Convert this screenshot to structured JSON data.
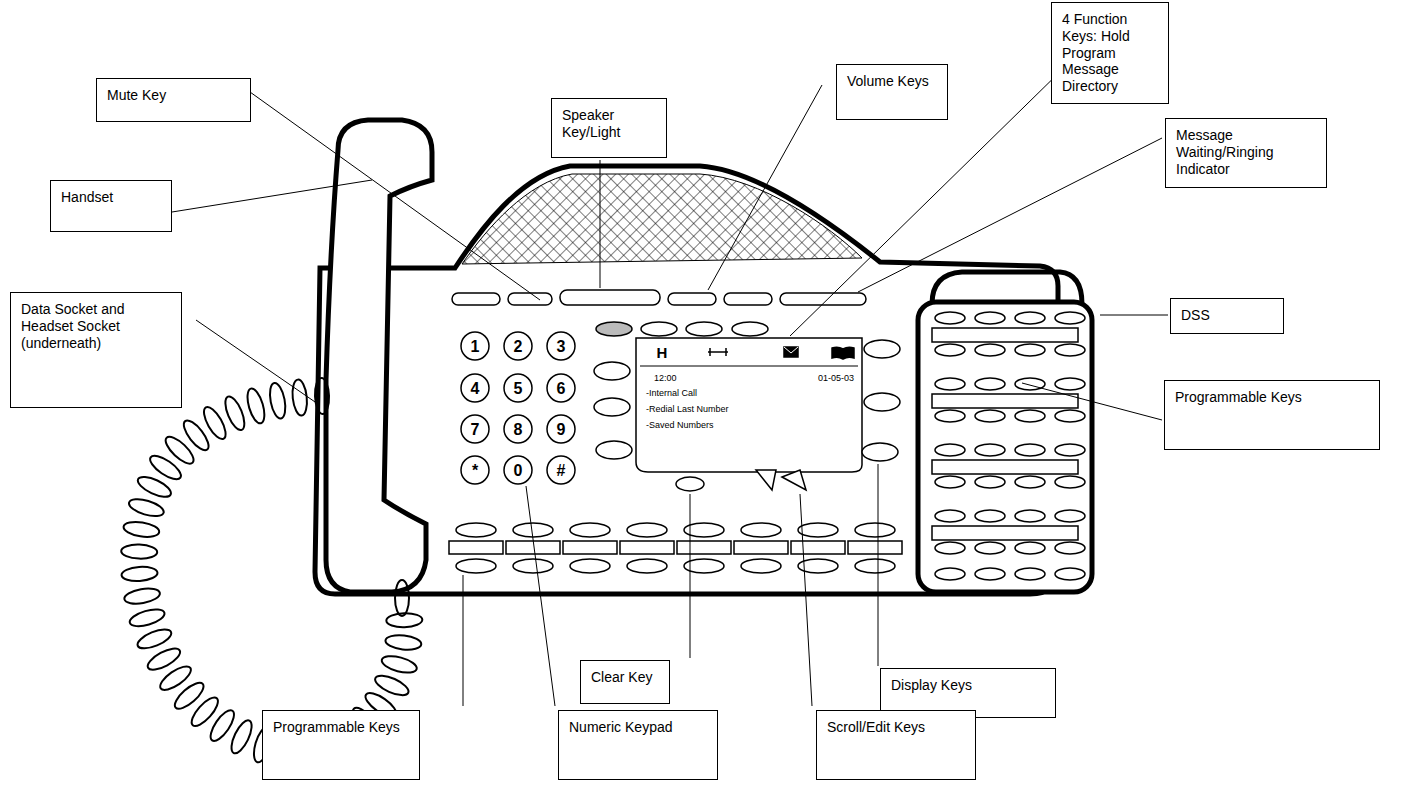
{
  "diagram": {
    "nodes": [
      {
        "text": [
          "4 Function Keys: Hold Program Message Directory"
        ]
      },
      {
        "text": [
          "Volume Keys"
        ]
      },
      {
        "text": [
          "Mute Key"
        ]
      },
      {
        "text": [
          "Speaker Key/Light"
        ]
      },
      {
        "text": [
          "Message Waiting/Ringing Indicator"
        ]
      },
      {
        "text": [
          "Handset"
        ]
      },
      {
        "text": [
          "Data Socket and Headset Socket (underneath)"
        ]
      },
      {
        "text": [
          "DSS"
        ]
      },
      {
        "text": [
          "Programmable Keys"
        ]
      },
      {
        "text": [
          "Clear Key"
        ]
      },
      {
        "text": [
          "Display Keys"
        ]
      },
      {
        "text": [
          "Programmable Keys"
        ]
      },
      {
        "text": [
          "Numeric Keypad"
        ]
      },
      {
        "text": [
          "Scroll/Edit Keys"
        ]
      }
    ],
    "labels": [
      "H",
      "12:00",
      "01-05-03",
      "-Internal Call",
      "-Redial Last Number",
      "-Saved Numbers",
      "1",
      "2",
      "3",
      "4",
      "5",
      "6",
      "7",
      "8",
      "9",
      "*",
      "0",
      "#"
    ]
  }
}
